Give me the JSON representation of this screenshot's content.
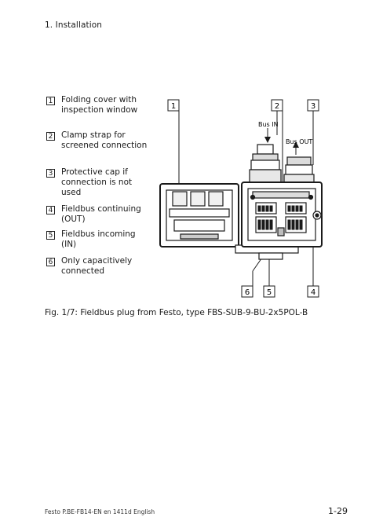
{
  "header": {
    "section": "1.  Installation"
  },
  "legend": [
    {
      "num": "1",
      "text": "Folding cover with inspection window"
    },
    {
      "num": "2",
      "text": "Clamp strap for screened connection"
    },
    {
      "num": "3",
      "text": "Protective cap if connection is not used"
    },
    {
      "num": "4",
      "text": "Fieldbus continuing (OUT)"
    },
    {
      "num": "5",
      "text": "Fieldbus incoming (IN)"
    },
    {
      "num": "6",
      "text": "Only capacitively connected"
    }
  ],
  "figure": {
    "callouts": [
      "1",
      "2",
      "3",
      "6",
      "5",
      "4"
    ],
    "bus_in": "Bus IN",
    "bus_out": "Bus OUT"
  },
  "caption": {
    "label": "Fig. 1/7:",
    "text": "Fieldbus plug from Festo, type FBS-SUB-9-BU-2x5POL-B"
  },
  "footer": {
    "left": "Festo P.BE-FB14-EN  en 1411d  English",
    "page": "1-29"
  }
}
